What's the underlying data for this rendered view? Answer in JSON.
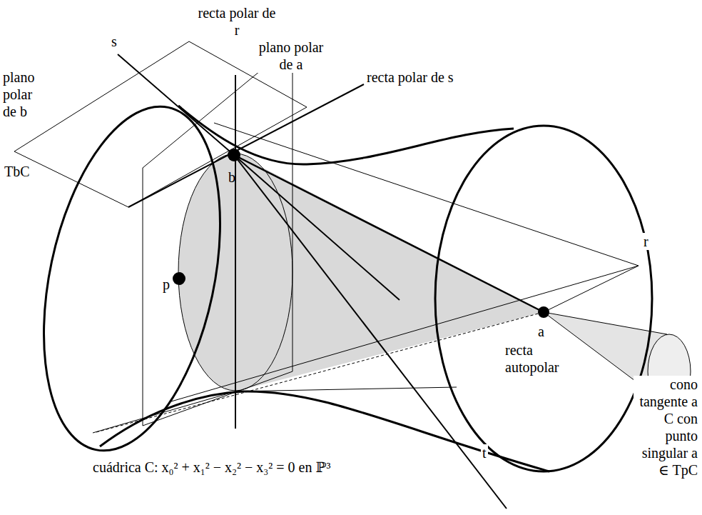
{
  "diagram": {
    "caption": "cuádrica C: x₀² + x₁² − x₂² − x₃² = 0 en ℙ³",
    "labels": [
      "recta polar de r",
      "plano polar de a",
      "s",
      "plano polar de b",
      "recta polar de s",
      "TbC",
      "b",
      "p",
      "r",
      "a",
      "recta autopolar",
      "t",
      "cono tangente a C con punto singular a ∈ TpC"
    ]
  }
}
